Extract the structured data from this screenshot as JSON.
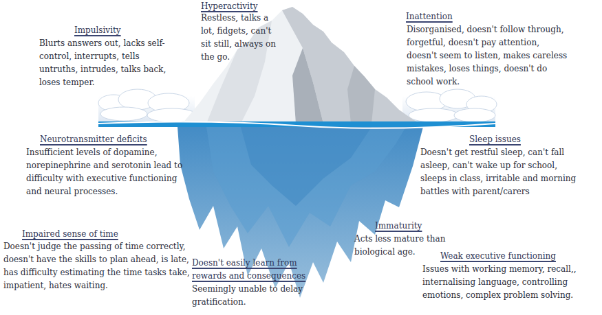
{
  "diagram": {
    "labels": [
      "Hyperactivity",
      "Restless, talks a lot, fidgets, can't sit still, always on the go.",
      "Impulsivity",
      "Blurts answers out, lacks self-control, interrupts, tells untruths, intrudes, talks back, loses temper.",
      "Inattention",
      "Disorganised, doesn't follow through, forgetful, doesn't pay attention, doesn't seem to listen, makes careless mistakes, loses things, doesn't do school work.",
      "Neurotransmitter deficits",
      "Insufficient levels of dopamine, norepinephrine and serotonin lead to difficulty with executive functioning and neural processes.",
      "Sleep issues",
      "Doesn't get restful sleep, can't fall asleep, can't wake up for school, sleeps in class, irritable and morning battles with parent/carers",
      "Impaired sense of time",
      "Doesn't judge the passing of time correctly, doesn't have the skills to plan ahead, is late, has difficulty estimating the time tasks take, impatient, hates waiting.",
      "Immaturity",
      "Acts less mature than biological age.",
      "Doesn't easily learn from rewards and consequences",
      "Seemingly unable to delay gratification.",
      "Weak executive functioning",
      "Issues with working memory, recall,, internalising language, controlling emotions, complex problem solving."
    ]
  }
}
